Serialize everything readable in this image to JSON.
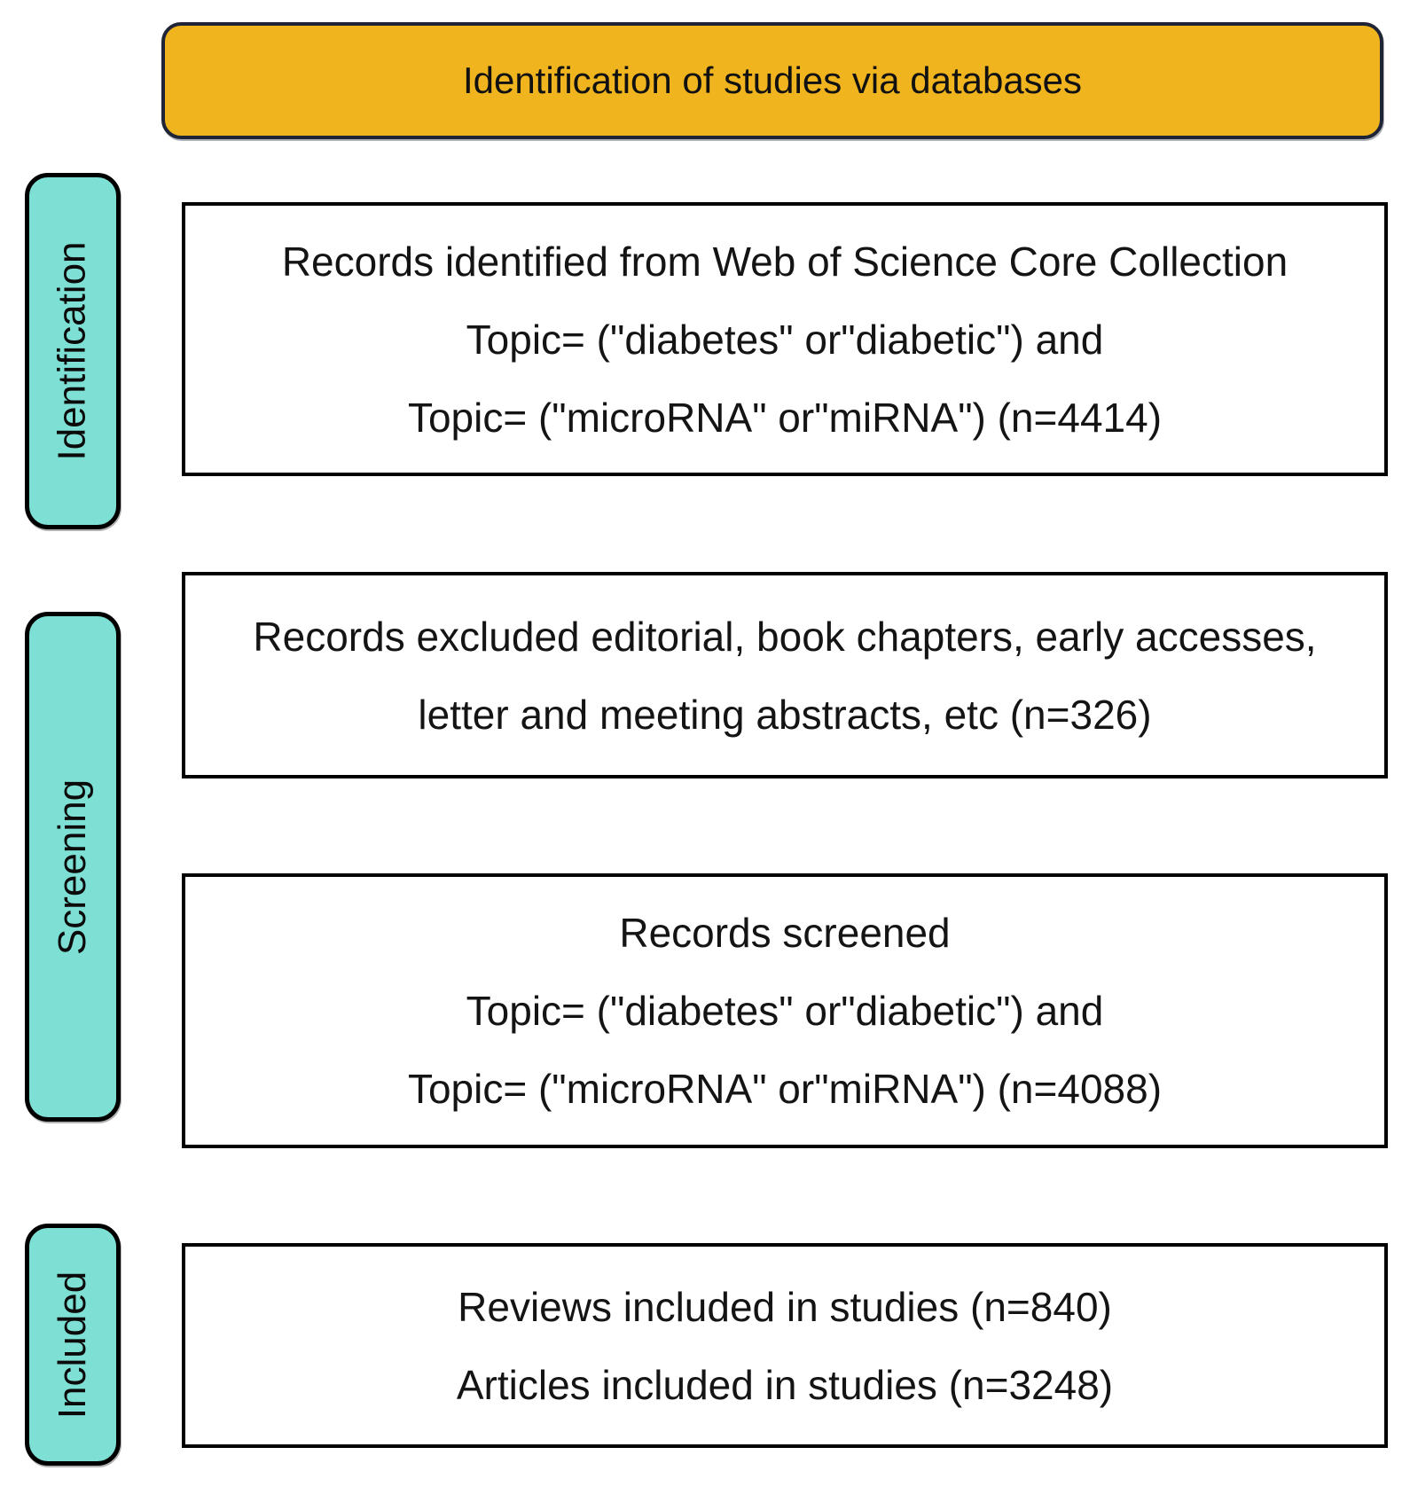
{
  "header": {
    "title": "Identification of studies via databases"
  },
  "colors": {
    "header_bg": "#F0B41E",
    "header_border": "#1f2437",
    "stage_bg": "#7EE0D5",
    "box_border": "#000000",
    "text": "#141414"
  },
  "stages": [
    {
      "label": "Identification"
    },
    {
      "label": "Screening"
    },
    {
      "label": "Included"
    }
  ],
  "boxes": [
    {
      "name": "records-identified",
      "lines": [
        "Records identified from Web of Science Core Collection",
        "Topic= (\"diabetes\" or\"diabetic\") and",
        "Topic= (\"microRNA\" or\"miRNA\") (n=4414)"
      ]
    },
    {
      "name": "records-excluded",
      "lines": [
        "Records excluded editorial, book chapters, early accesses,",
        "letter and meeting abstracts, etc (n=326)"
      ]
    },
    {
      "name": "records-screened",
      "lines": [
        "Records screened",
        "Topic= (\"diabetes\" or\"diabetic\") and",
        "Topic= (\"microRNA\" or\"miRNA\") (n=4088)"
      ]
    },
    {
      "name": "studies-included",
      "lines": [
        "Reviews included in studies (n=840)",
        "Articles included in studies (n=3248)"
      ]
    }
  ]
}
